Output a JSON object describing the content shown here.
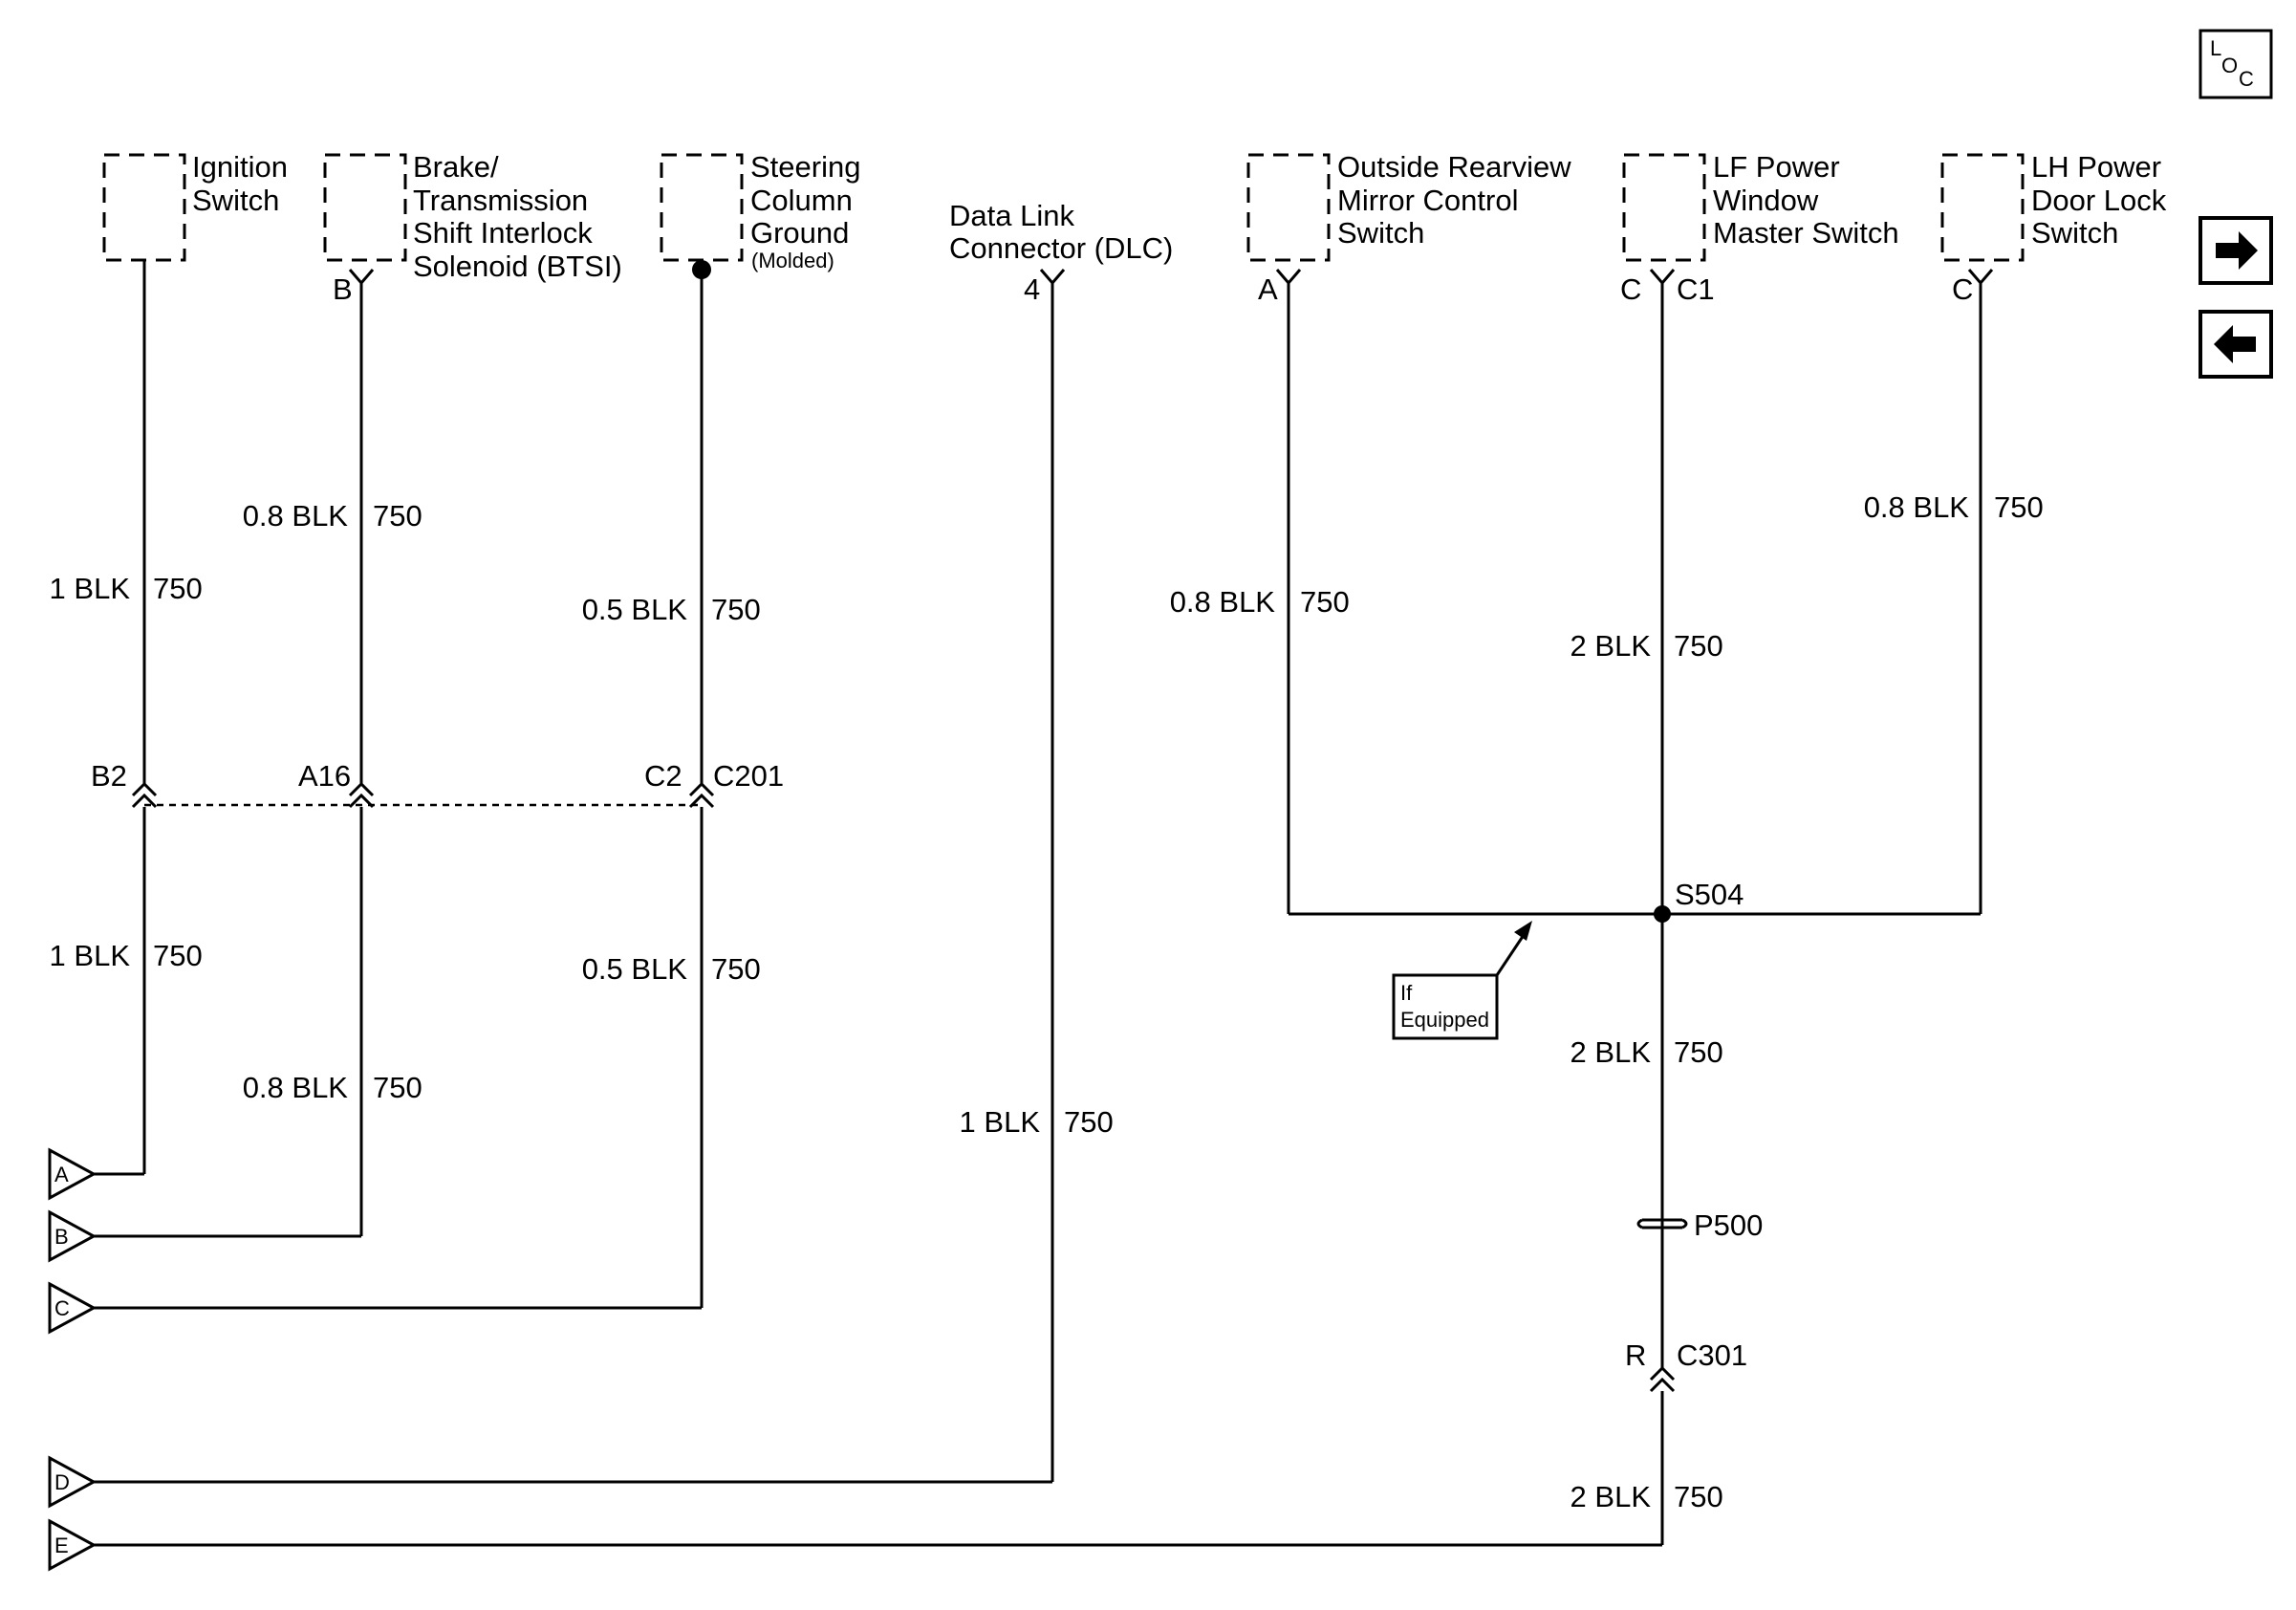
{
  "components": {
    "ignition_switch": [
      "Ignition",
      "Switch"
    ],
    "btsi": [
      "Brake/",
      "Transmission",
      "Shift Interlock",
      "Solenoid (BTSI)"
    ],
    "steering_ground": [
      "Steering",
      "Column",
      "Ground"
    ],
    "steering_ground_note": "(Molded)",
    "dlc": [
      "Data Link",
      "Connector (DLC)"
    ],
    "mirror_switch": [
      "Outside Rearview",
      "Mirror Control",
      "Switch"
    ],
    "lf_window_switch": [
      "LF Power",
      "Window",
      "Master Switch"
    ],
    "lh_door_lock_switch": [
      "LH Power",
      "Door Lock",
      "Switch"
    ]
  },
  "pins": {
    "btsi": "B",
    "dlc": "4",
    "mirror": "A",
    "lf_window": "C",
    "lf_window_conn": "C1",
    "lh_door_lock": "C"
  },
  "wires": {
    "ign_upper": {
      "size": "1 BLK",
      "circuit": "750"
    },
    "btsi_upper": {
      "size": "0.8 BLK",
      "circuit": "750"
    },
    "steer_upper": {
      "size": "0.5 BLK",
      "circuit": "750"
    },
    "mirror_upper": {
      "size": "0.8 BLK",
      "circuit": "750"
    },
    "lfwin_upper": {
      "size": "2 BLK",
      "circuit": "750"
    },
    "lhlock_upper": {
      "size": "0.8 BLK",
      "circuit": "750"
    },
    "ign_lower": {
      "size": "1 BLK",
      "circuit": "750"
    },
    "btsi_lower": {
      "size": "0.8 BLK",
      "circuit": "750"
    },
    "steer_lower": {
      "size": "0.5 BLK",
      "circuit": "750"
    },
    "dlc_wire": {
      "size": "1 BLK",
      "circuit": "750"
    },
    "splice_lower": {
      "size": "2 BLK",
      "circuit": "750"
    },
    "bottom_wire": {
      "size": "2 BLK",
      "circuit": "750"
    }
  },
  "connector_c201": {
    "name": "C201",
    "pins": [
      "B2",
      "A16",
      "C2"
    ]
  },
  "splice": "S504",
  "if_equipped": [
    "If",
    "Equipped"
  ],
  "ground_point": "P500",
  "connector_c301": {
    "name": "C301",
    "pin": "R"
  },
  "off_page": [
    "A",
    "B",
    "C",
    "D",
    "E"
  ],
  "loc_icon": {
    "top": "L",
    "sub1": "O",
    "sub2": "C"
  },
  "nav": {
    "next": "next-page-arrow-icon",
    "prev": "previous-page-arrow-icon"
  }
}
